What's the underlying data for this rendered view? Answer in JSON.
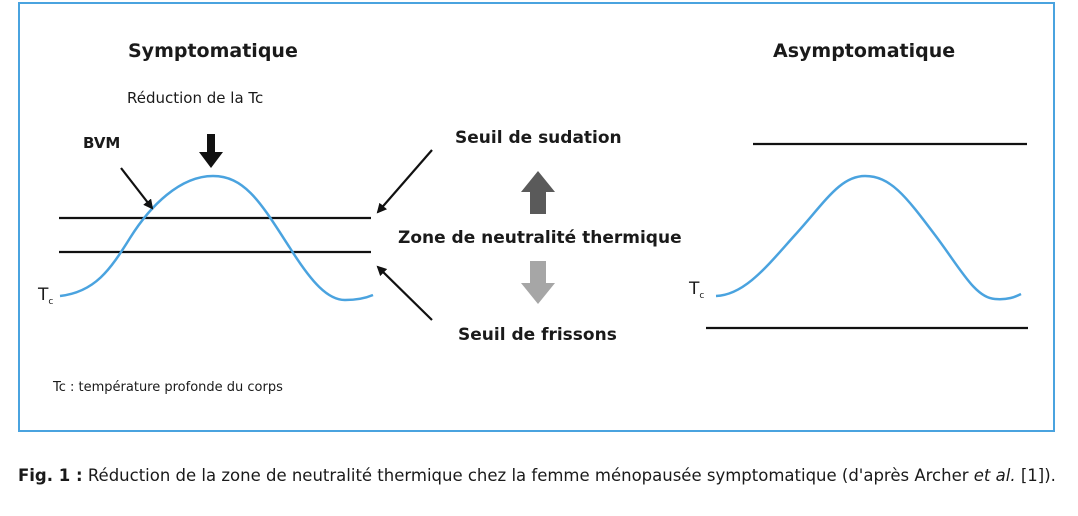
{
  "left_panel": {
    "title": "Symptomatique",
    "reduction_label": "Réduction de la Tc",
    "bvm_label": "BVM",
    "tc_main": "T",
    "tc_sub": "c",
    "legend_note": "Tc : température profonde du corps"
  },
  "center": {
    "sweat_threshold": "Seuil de sudation",
    "neutral_zone": "Zone de neutralité thermique",
    "shiver_threshold": "Seuil de frissons"
  },
  "right_panel": {
    "title": "Asymptomatique",
    "tc_main": "T",
    "tc_sub": "c"
  },
  "caption": {
    "fig": "Fig. 1 :",
    "text": " Réduction de la zone de neutralité thermique chez la femme ménopausée symptomatique (d'après Archer ",
    "etal": "et al.",
    "ref": " [1])."
  },
  "colors": {
    "frame": "#4aa3df",
    "curve": "#4aa3df",
    "arrow_up": "#5a5a5a",
    "arrow_down": "#a6a6a6"
  }
}
